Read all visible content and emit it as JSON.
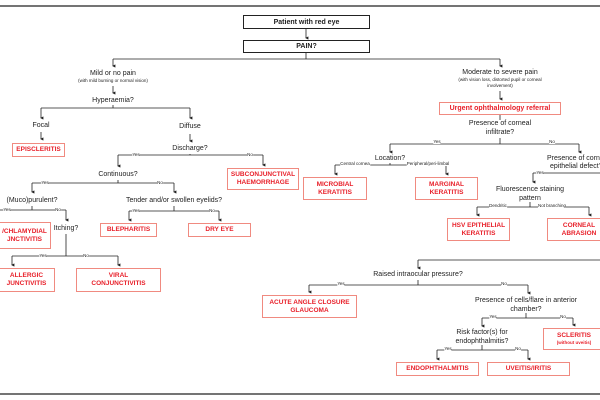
{
  "colors": {
    "diagnosis_text": "#e8202a",
    "diagnosis_border": "#f08a80",
    "line": "#222222"
  },
  "start": "Patient with red eye",
  "pain_question": "PAIN?",
  "mild": {
    "title": "Mild or no pain",
    "subtitle": "(with mild burning or normal vision)",
    "hyperaemia": "Hyperaemia?",
    "focal": "Focal",
    "diffuse": "Diffuse",
    "episcleritis": "EPISCLERITIS",
    "discharge": "Discharge?",
    "yes1": "Yes",
    "no1": "No",
    "subconj": [
      "SUBCONJUNCTIVAL",
      "HAEMORRHAGE"
    ],
    "continuous": "Continuous?",
    "yes2": "Yes",
    "no2": "No",
    "mucopurulent": "(Muco)purulent?",
    "yes3": "Yes",
    "no3": "No",
    "chlamydial": [
      "/CHLAMYDIAL",
      "JNCTIVITIS"
    ],
    "itching": "Itching?",
    "yes4": "Yes",
    "no4": "No",
    "allergic": [
      "ALLERGIC",
      "JUNCTIVITIS"
    ],
    "viral": [
      "VIRAL",
      "CONJUNCTIVITIS"
    ],
    "eyelids": "Tender and/or swollen eyelids?",
    "yes5": "Yes",
    "no5": "No",
    "blepharitis": "BLEPHARITIS",
    "dry_eye": "DRY EYE"
  },
  "severe": {
    "title": "Moderate to severe pain",
    "subtitle": [
      "(with vision loss, distorted pupil or corneal",
      "involvement)"
    ],
    "referral": "Urgent ophthalmology referral",
    "infiltrate": [
      "Presence of corneal",
      "infiltrate?"
    ],
    "yes1": "Yes",
    "no1": "No",
    "location": "Location?",
    "central": "Central cornea",
    "peripheral": "Peripheral/peri-limbal",
    "microbial": [
      "MICROBIAL",
      "KERATITIS"
    ],
    "marginal": [
      "MARGINAL",
      "KERATITIS"
    ],
    "epithelial": [
      "Presence of corne",
      "epithelial defect?"
    ],
    "yes2": "Yes",
    "fluorescence": [
      "Fluorescence staining",
      "pattern"
    ],
    "dendritic": "Dendritic",
    "not_branching": "Not branching",
    "hsv": [
      "HSV EPITHELIAL",
      "KERATITIS"
    ],
    "abrasion": [
      "CORNEAL",
      "ABRASION"
    ],
    "iop": "Raised intraocular pressure?",
    "yes3": "Yes",
    "no3": "No",
    "glaucoma": [
      "ACUTE ANGLE CLOSURE",
      "GLAUCOMA"
    ],
    "cells": [
      "Presence of cells/flare in anterior",
      "chamber?"
    ],
    "yes4": "Yes",
    "no4": "No",
    "scleritis": [
      "SCLERITIS",
      "(without uveitis)"
    ],
    "risk": [
      "Risk factor(s) for",
      "endophthalmitis?"
    ],
    "yes5": "Yes",
    "no5": "No",
    "endophthalmitis": "ENDOPHTHALMITIS",
    "uveitis": "UVEITIS/IRITIS"
  }
}
